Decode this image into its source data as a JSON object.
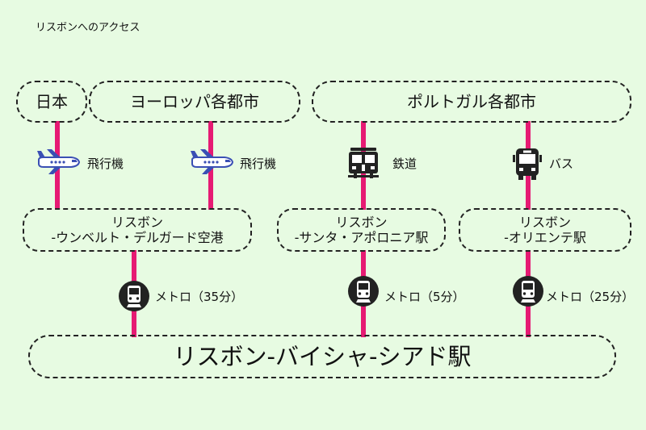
{
  "title": "リスボンへのアクセス",
  "colors": {
    "background": "#e7fbe2",
    "route_line": "#e61a73",
    "border": "#222222"
  },
  "origins": {
    "japan": "日本",
    "europe": "ヨーロッパ各都市",
    "portugal": "ポルトガル各都市"
  },
  "transport": {
    "plane_japan": "飛行機",
    "plane_europe": "飛行機",
    "train": "鉄道",
    "bus": "バス"
  },
  "hubs": {
    "airport": [
      "リスボン",
      "-ウンベルト・デルガード空港"
    ],
    "santa_apolonia": [
      "リスボン",
      "-サンタ・アポロニア駅"
    ],
    "oriente": [
      "リスボン",
      "-オリエンテ駅"
    ]
  },
  "metro": {
    "from_airport": "メトロ（35分）",
    "from_santa_apolonia": "メトロ（5分）",
    "from_oriente": "メトロ（25分）"
  },
  "destination": "リスボン-バイシャ-シアド駅",
  "icons": [
    "airplane-icon",
    "train-icon",
    "bus-icon",
    "metro-icon"
  ]
}
